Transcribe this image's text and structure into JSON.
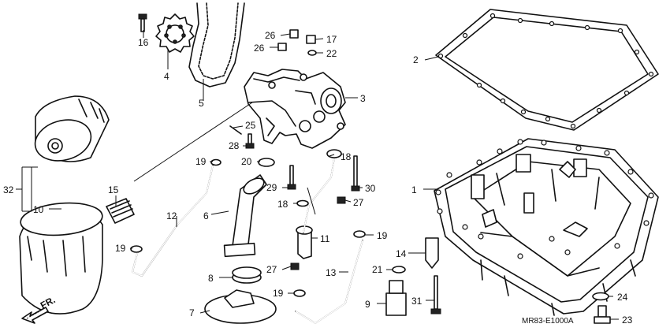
{
  "callouts": [
    {
      "id": "c1",
      "label": "1"
    },
    {
      "id": "c2",
      "label": "2"
    },
    {
      "id": "c3",
      "label": "3"
    },
    {
      "id": "c4",
      "label": "4"
    },
    {
      "id": "c5",
      "label": "5"
    },
    {
      "id": "c6",
      "label": "6"
    },
    {
      "id": "c7",
      "label": "7"
    },
    {
      "id": "c8",
      "label": "8"
    },
    {
      "id": "c9",
      "label": "9"
    },
    {
      "id": "c10",
      "label": "10"
    },
    {
      "id": "c11",
      "label": "11"
    },
    {
      "id": "c12",
      "label": "12"
    },
    {
      "id": "c13",
      "label": "13"
    },
    {
      "id": "c14",
      "label": "14"
    },
    {
      "id": "c15",
      "label": "15"
    },
    {
      "id": "c16",
      "label": "16"
    },
    {
      "id": "c17",
      "label": "17"
    },
    {
      "id": "c18a",
      "label": "18"
    },
    {
      "id": "c18b",
      "label": "18"
    },
    {
      "id": "c19a",
      "label": "19"
    },
    {
      "id": "c19b",
      "label": "19"
    },
    {
      "id": "c19c",
      "label": "19"
    },
    {
      "id": "c19d",
      "label": "19"
    },
    {
      "id": "c20",
      "label": "20"
    },
    {
      "id": "c21",
      "label": "21"
    },
    {
      "id": "c22",
      "label": "22"
    },
    {
      "id": "c23",
      "label": "23"
    },
    {
      "id": "c24",
      "label": "24"
    },
    {
      "id": "c25",
      "label": "25"
    },
    {
      "id": "c26a",
      "label": "26"
    },
    {
      "id": "c26b",
      "label": "26"
    },
    {
      "id": "c27a",
      "label": "27"
    },
    {
      "id": "c27b",
      "label": "27"
    },
    {
      "id": "c28",
      "label": "28"
    },
    {
      "id": "c29",
      "label": "29"
    },
    {
      "id": "c30",
      "label": "30"
    },
    {
      "id": "c31",
      "label": "31"
    },
    {
      "id": "c32",
      "label": "32"
    }
  ],
  "direction_label": "FR.",
  "diagram_code": "MR83-E1000A"
}
